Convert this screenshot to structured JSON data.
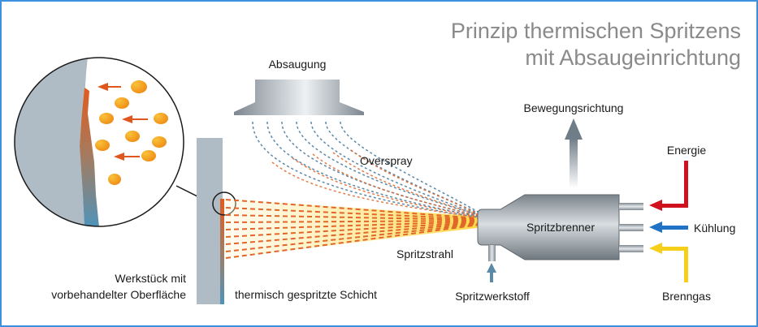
{
  "title": {
    "line1": "Prinzip thermischen Spritzens",
    "line2": "mit Absaugeinrichtung"
  },
  "labels": {
    "absaugung": "Absaugung",
    "overspray": "Overspray",
    "bewegungsrichtung": "Bewegungsrichtung",
    "energie": "Energie",
    "kuehlung": "Kühlung",
    "brenngas": "Brenngas",
    "spritzbrenner": "Spritzbrenner",
    "spritzstrahl": "Spritzstrahl",
    "spritzwerkstoff": "Spritzwerkstoff",
    "werkstueck_line1": "Werkstück mit",
    "werkstueck_line2": "vorbehandelter Oberfläche",
    "schicht": "thermisch gespritzte Schicht"
  },
  "colors": {
    "frame": "#3d8fe0",
    "energie": "#d0121e",
    "kuehlung": "#1f72c4",
    "brenngas": "#f6cf1a",
    "spray_orange": "#e0662a",
    "particle": "#f5a21a",
    "overspray_blue": "#5b89a8",
    "workpiece": "#b0bcc5",
    "burner_gray": "#8e969d"
  }
}
